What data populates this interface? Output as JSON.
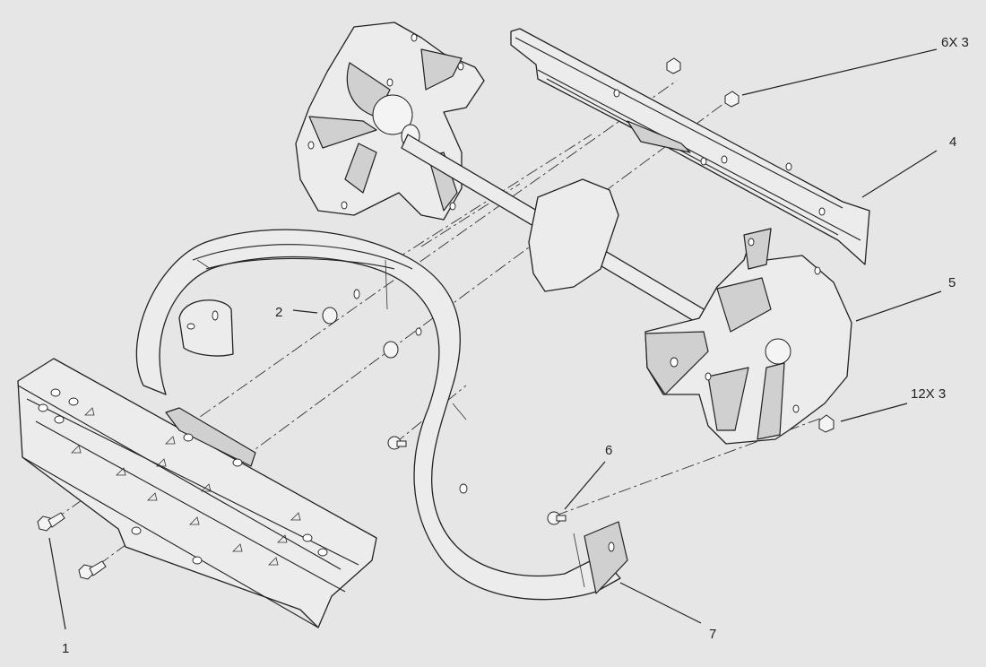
{
  "diagram": {
    "callouts": [
      {
        "id": "1",
        "text": "1"
      },
      {
        "id": "2",
        "text": "2"
      },
      {
        "id": "4",
        "text": "4"
      },
      {
        "id": "5",
        "text": "5"
      },
      {
        "id": "6",
        "text": "6"
      },
      {
        "id": "7",
        "text": "7"
      },
      {
        "id": "6x3",
        "text": "6X 3"
      },
      {
        "id": "12x3",
        "text": "12X 3"
      }
    ]
  }
}
